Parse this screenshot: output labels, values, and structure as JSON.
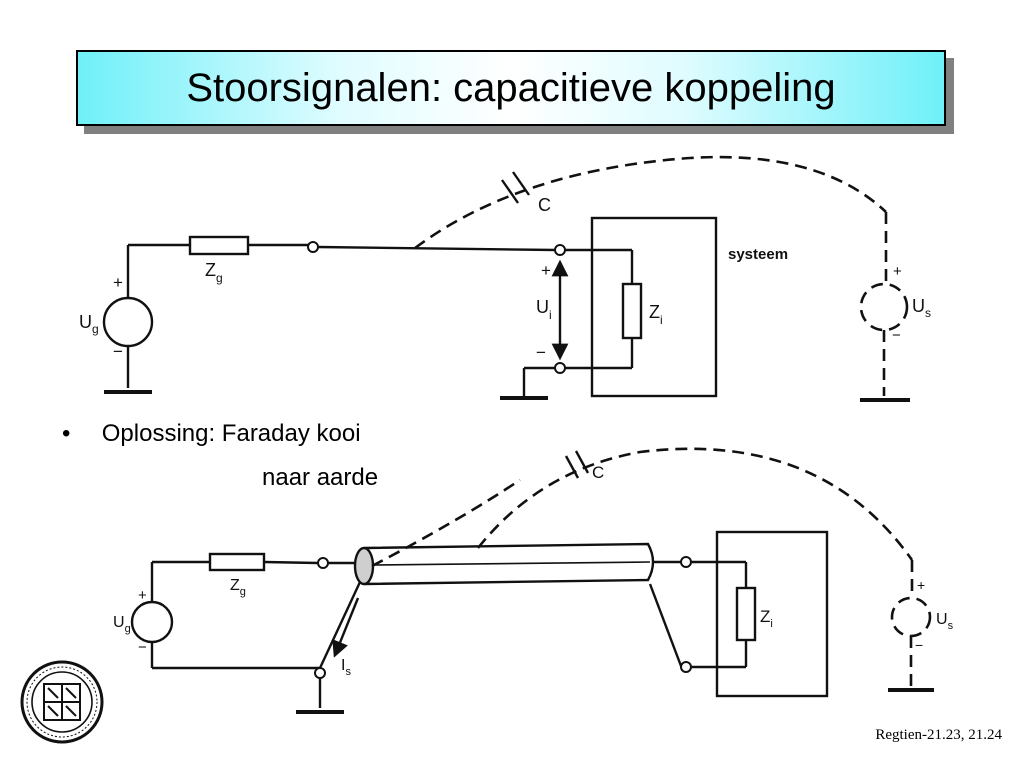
{
  "slide": {
    "title": "Stoorsignalen: capacitieve koppeling",
    "bullet_symbol": "•",
    "bullet_text": "Oplossing: Faraday kooi",
    "bullet_subtext": "naar aarde",
    "reference": "Regtien-21.23, 21.24"
  },
  "diagram_top": {
    "system_label": "systeem",
    "coupling_label": "C",
    "generator_label": "U",
    "generator_sub": "g",
    "source_impedance": "Z",
    "source_impedance_sub": "g",
    "input_voltage": "U",
    "input_voltage_sub": "i",
    "input_impedance": "Z",
    "input_impedance_sub": "i",
    "interference_source": "U",
    "interference_source_sub": "s",
    "plus": "+",
    "minus": "−"
  },
  "diagram_bottom": {
    "coupling_label": "C",
    "generator_label": "U",
    "generator_sub": "g",
    "source_impedance": "Z",
    "source_impedance_sub": "g",
    "input_impedance": "Z",
    "input_impedance_sub": "i",
    "interference_source": "U",
    "interference_source_sub": "s",
    "shield_current": "I",
    "shield_current_sub": "s",
    "plus": "+",
    "minus": "−"
  }
}
